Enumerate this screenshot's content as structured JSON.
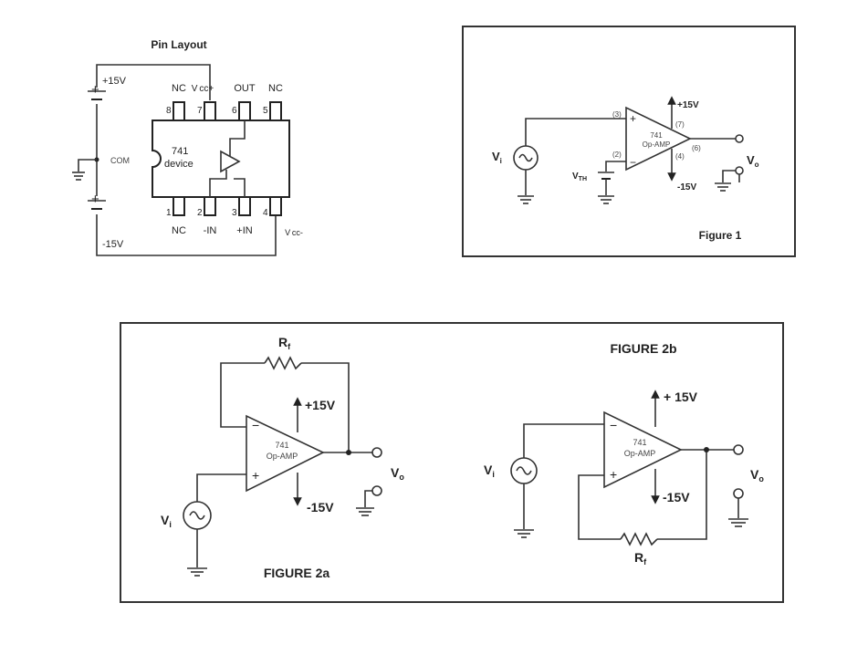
{
  "pin_layout": {
    "title": "Pin Layout",
    "plus_supply": "+15V",
    "minus_supply": "-15V",
    "common": "COM",
    "chip_text_line1": "741",
    "chip_text_line2": "device",
    "top_pins": [
      {
        "number": "8",
        "label": "NC"
      },
      {
        "number": "7",
        "label": "V cc+"
      },
      {
        "number": "6",
        "label": "OUT"
      },
      {
        "number": "5",
        "label": "NC"
      }
    ],
    "bottom_pins": [
      {
        "number": "1",
        "label": "NC"
      },
      {
        "number": "2",
        "label": "-IN"
      },
      {
        "number": "3",
        "label": "+IN"
      },
      {
        "number": "4",
        "label": "V cc-"
      }
    ]
  },
  "figure1": {
    "caption": "Figure 1",
    "amp_line1": "741",
    "amp_line2": "Op-AMP",
    "pin3": "(3)",
    "pin2": "(2)",
    "pin7": "(7)",
    "pin4": "(4)",
    "pin6": "(6)",
    "plus_rail": "+15V",
    "minus_rail": "-15V",
    "input": "V",
    "input_sub": "i",
    "threshold": "V",
    "threshold_sub": "TH",
    "output": "V",
    "output_sub": "o"
  },
  "figure2a": {
    "caption": "FIGURE 2a",
    "resistor": "R",
    "resistor_sub": "f",
    "amp_line1": "741",
    "amp_line2": "Op-AMP",
    "plus_rail": "+15V",
    "minus_rail": "-15V",
    "input": "V",
    "input_sub": "i",
    "output": "V",
    "output_sub": "o"
  },
  "figure2b": {
    "caption": "FIGURE 2b",
    "resistor": "R",
    "resistor_sub": "f",
    "amp_line1": "741",
    "amp_line2": "Op-AMP",
    "plus_rail": "+ 15V",
    "minus_rail": "-15V",
    "input": "V",
    "input_sub": "i",
    "output": "V",
    "output_sub": "o"
  }
}
